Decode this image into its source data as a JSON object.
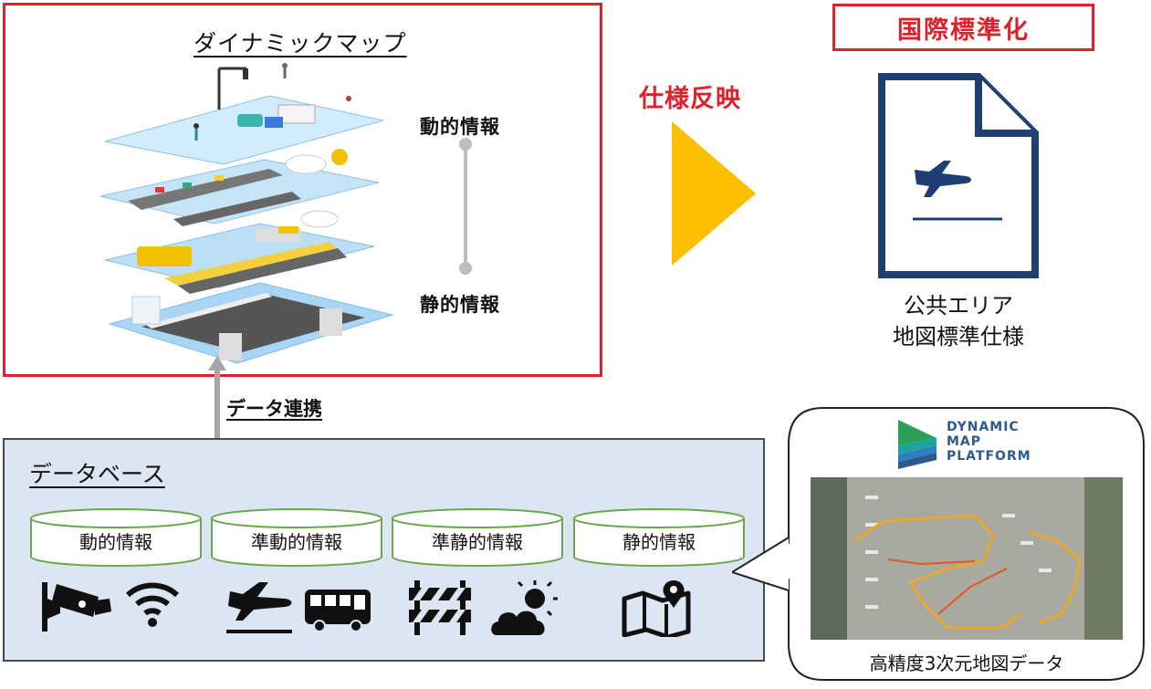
{
  "dynamic_map": {
    "title": "ダイナミックマップ",
    "dynamic_label": "動的情報",
    "static_label": "静的情報"
  },
  "reflection": {
    "label": "仕様反映"
  },
  "standardization": {
    "title": "国際標準化",
    "spec_name_line1": "公共エリア",
    "spec_name_line2": "地図標準仕様"
  },
  "data_link": {
    "label": "データ連携"
  },
  "database": {
    "title": "データベース",
    "categories": [
      {
        "label": "動的情報",
        "icons": [
          "security-camera-icon",
          "wifi-icon"
        ]
      },
      {
        "label": "準動的情報",
        "icons": [
          "airplane-departure-icon",
          "bus-icon"
        ]
      },
      {
        "label": "準静的情報",
        "icons": [
          "road-barrier-icon",
          "weather-icon"
        ]
      },
      {
        "label": "静的情報",
        "icons": [
          "map-pin-icon"
        ]
      }
    ]
  },
  "hd_map": {
    "logo_line1": "DYNAMIC",
    "logo_line2": "MAP",
    "logo_line3": "PLATFORM",
    "caption": "高精度3次元地図データ"
  },
  "colors": {
    "accent_red": "#e0202a",
    "arrow_yellow": "#fbbf00",
    "doc_navy": "#1f3f73",
    "cylinder_green": "#6aa84f",
    "panel_blue": "#dce6f2",
    "layer_blue": "#9fcff0",
    "brand_teal": "#1ba3a0"
  }
}
